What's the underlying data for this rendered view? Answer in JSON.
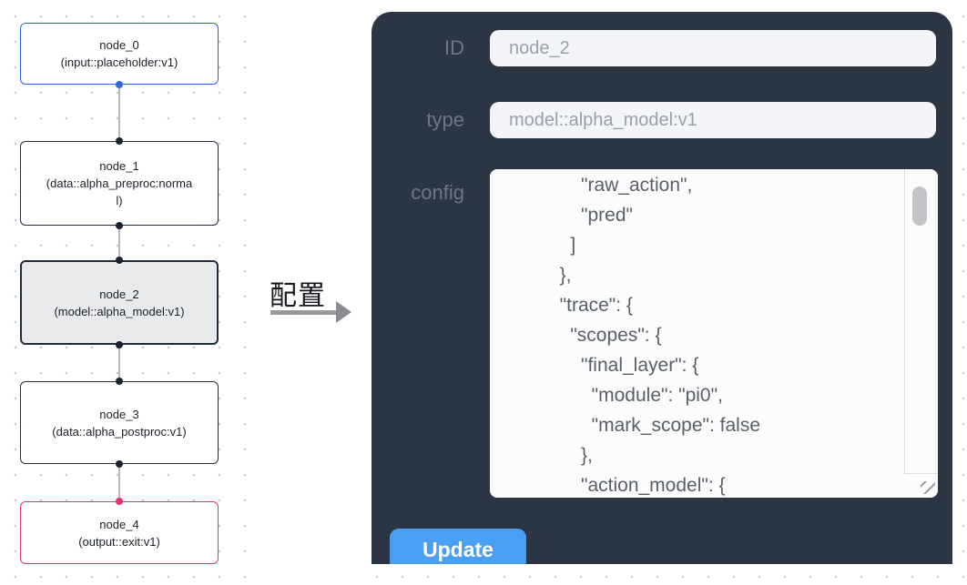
{
  "flow": {
    "nodes": [
      {
        "name": "node_0",
        "type": "(input::placeholder:v1)"
      },
      {
        "name": "node_1",
        "type": "(data::alpha_preproc:normal)"
      },
      {
        "name": "node_2",
        "type": "(model::alpha_model:v1)"
      },
      {
        "name": "node_3",
        "type": "(data::alpha_postproc:v1)"
      },
      {
        "name": "node_4",
        "type": "(output::exit:v1)"
      }
    ]
  },
  "transfer": {
    "label": "配置"
  },
  "panel": {
    "id_label": "ID",
    "id_value": "node_2",
    "type_label": "type",
    "type_value": "model::alpha_model:v1",
    "config_label": "config",
    "config_text": "      \"raw_action\",\n      \"pred\"\n    ]\n  },\n  \"trace\": {\n    \"scopes\": {\n      \"final_layer\": {\n        \"module\": \"pi0\",\n        \"mark_scope\": false\n      },\n      \"action_model\": {",
    "update_label": "Update"
  },
  "colors": {
    "input_node_accent": "#2f66d8",
    "output_node_accent": "#e5326f",
    "default_node_border": "#232b3a",
    "selected_node_bg": "#e9eaec",
    "panel_bg": "#2c3544",
    "update_button": "#49a0f3"
  }
}
